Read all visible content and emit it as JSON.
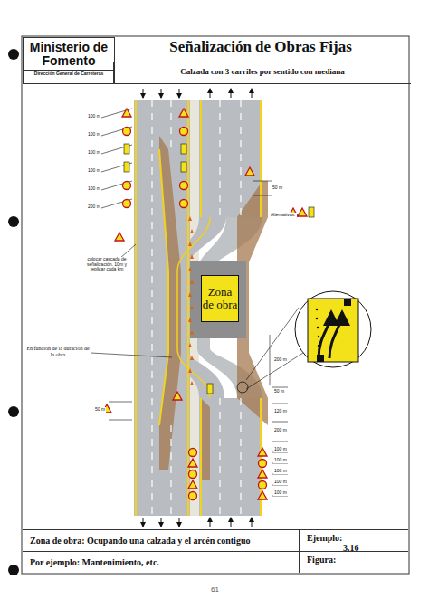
{
  "diagram": {
    "title": "Señalización de Obras Fijas",
    "nodes": [
      {
        "text": [
          "Ministerio de Fomento",
          "Dirección General de Carreteras"
        ]
      },
      {
        "text": [
          "Calzada con 3 carriles por sentido con mediana"
        ]
      },
      {
        "text": [
          "Zona de obra"
        ]
      },
      {
        "text": [
          "Zona de obra: Ocupando una calzada y el arcén contiguo"
        ]
      },
      {
        "text": [
          "Ejemplo:",
          "3.16"
        ]
      },
      {
        "text": [
          "Por ejemplo: Mantenimiento, etc."
        ]
      },
      {
        "text": [
          "Figura:"
        ]
      }
    ],
    "edges": [],
    "labels": [
      "100 m",
      "100 m",
      "100 m",
      "100 m",
      "100 m",
      "200 m",
      "50 m",
      "Alternativas:",
      "colocar cascada de señalización. 10m y replicar cada km",
      "En función de la duración de la obra",
      "200 m",
      "50 m",
      "120 m",
      "200 m",
      "100 m",
      "100 m",
      "100 m",
      "100 m",
      "100 m",
      "50 m",
      "61"
    ]
  }
}
